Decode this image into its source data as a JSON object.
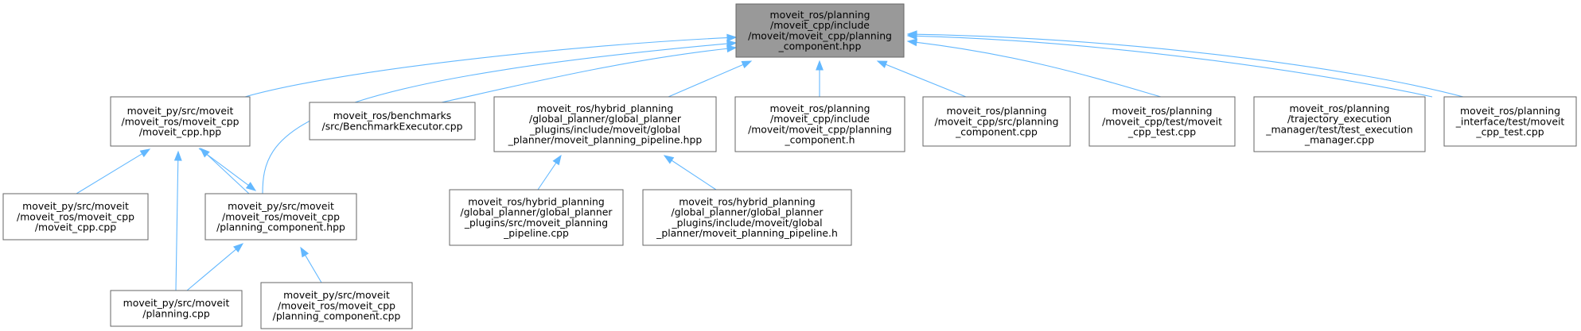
{
  "diagram": {
    "colors": {
      "root_fill": "#999999",
      "node_fill": "#ffffff",
      "node_border": "#666666",
      "edge": "#63b8ff"
    },
    "nodes": [
      {
        "id": "root",
        "lines": [
          "moveit_ros/planning",
          "/moveit_cpp/include",
          "/moveit/moveit_cpp/planning",
          "_component.hpp"
        ]
      },
      {
        "id": "py-moveit-cpp-hpp",
        "lines": [
          "moveit_py/src/moveit",
          "/moveit_ros/moveit_cpp",
          "/moveit_cpp.hpp"
        ]
      },
      {
        "id": "benchmark-executor",
        "lines": [
          "moveit_ros/benchmarks",
          "/src/BenchmarkExecutor.cpp"
        ]
      },
      {
        "id": "hybrid-pipeline-hpp",
        "lines": [
          "moveit_ros/hybrid_planning",
          "/global_planner/global_planner",
          "_plugins/include/moveit/global",
          "_planner/moveit_planning_pipeline.hpp"
        ]
      },
      {
        "id": "planning-component-h",
        "lines": [
          "moveit_ros/planning",
          "/moveit_cpp/include",
          "/moveit/moveit_cpp/planning",
          "_component.h"
        ]
      },
      {
        "id": "planning-component-cpp",
        "lines": [
          "moveit_ros/planning",
          "/moveit_cpp/src/planning",
          "_component.cpp"
        ]
      },
      {
        "id": "moveit-cpp-test",
        "lines": [
          "moveit_ros/planning",
          "/moveit_cpp/test/moveit",
          "_cpp_test.cpp"
        ]
      },
      {
        "id": "test-execution-manager",
        "lines": [
          "moveit_ros/planning",
          "/trajectory_execution",
          "_manager/test/test_execution",
          "_manager.cpp"
        ]
      },
      {
        "id": "planning-interface-test",
        "lines": [
          "moveit_ros/planning",
          "_interface/test/moveit",
          "_cpp_test.cpp"
        ]
      },
      {
        "id": "py-moveit-cpp-cpp",
        "lines": [
          "moveit_py/src/moveit",
          "/moveit_ros/moveit_cpp",
          "/moveit_cpp.cpp"
        ]
      },
      {
        "id": "py-planning-component-hpp",
        "lines": [
          "moveit_py/src/moveit",
          "/moveit_ros/moveit_cpp",
          "/planning_component.hpp"
        ]
      },
      {
        "id": "hybrid-pipeline-cpp",
        "lines": [
          "moveit_ros/hybrid_planning",
          "/global_planner/global_planner",
          "_plugins/src/moveit_planning",
          "_pipeline.cpp"
        ]
      },
      {
        "id": "hybrid-pipeline-h",
        "lines": [
          "moveit_ros/hybrid_planning",
          "/global_planner/global_planner",
          "_plugins/include/moveit/global",
          "_planner/moveit_planning_pipeline.h"
        ]
      },
      {
        "id": "py-planning-cpp",
        "lines": [
          "moveit_py/src/moveit",
          "/planning.cpp"
        ]
      },
      {
        "id": "py-planning-component-cpp",
        "lines": [
          "moveit_py/src/moveit",
          "/moveit_ros/moveit_cpp",
          "/planning_component.cpp"
        ]
      }
    ],
    "edges": [
      {
        "from": "py-moveit-cpp-hpp",
        "to": "root"
      },
      {
        "from": "py-planning-component-hpp",
        "to": "root"
      },
      {
        "from": "benchmark-executor",
        "to": "root"
      },
      {
        "from": "hybrid-pipeline-hpp",
        "to": "root"
      },
      {
        "from": "planning-component-h",
        "to": "root"
      },
      {
        "from": "planning-component-cpp",
        "to": "root"
      },
      {
        "from": "moveit-cpp-test",
        "to": "root"
      },
      {
        "from": "test-execution-manager",
        "to": "root"
      },
      {
        "from": "planning-interface-test",
        "to": "root"
      },
      {
        "from": "py-moveit-cpp-cpp",
        "to": "py-moveit-cpp-hpp"
      },
      {
        "from": "py-planning-component-hpp",
        "to": "py-moveit-cpp-hpp"
      },
      {
        "from": "py-planning-cpp",
        "to": "py-moveit-cpp-hpp"
      },
      {
        "from": "py-moveit-cpp-hpp",
        "to": "py-planning-component-hpp"
      },
      {
        "from": "py-planning-cpp",
        "to": "py-planning-component-hpp"
      },
      {
        "from": "py-planning-component-cpp",
        "to": "py-planning-component-hpp"
      },
      {
        "from": "hybrid-pipeline-cpp",
        "to": "hybrid-pipeline-hpp"
      },
      {
        "from": "hybrid-pipeline-h",
        "to": "hybrid-pipeline-hpp"
      }
    ]
  }
}
